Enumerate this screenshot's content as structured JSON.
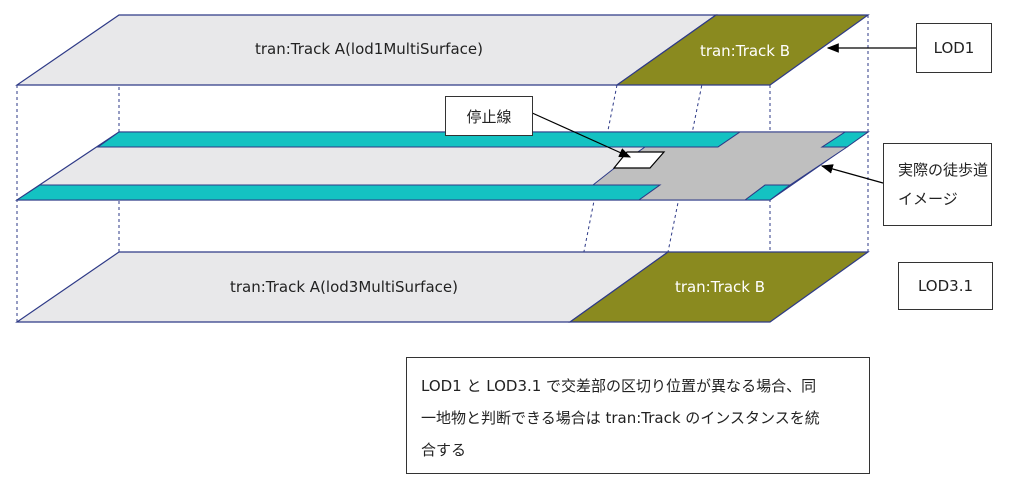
{
  "planes": {
    "top_track_a": "tran:Track A(lod1MultiSurface)",
    "top_track_b": "tran:Track B",
    "bottom_track_a": "tran:Track A(lod3MultiSurface)",
    "bottom_track_b": "tran:Track B"
  },
  "callouts": {
    "lod1": "LOD1",
    "lod31": "LOD3.1",
    "stop_line": "停止線",
    "sidewalk_line1": "実際の徒歩道",
    "sidewalk_line2": "イメージ"
  },
  "note": {
    "line1": "LOD1 と LOD3.1 で交差部の区切り位置が異なる場合、同",
    "line2": "一地物と判断できる場合は tran:Track のインスタンスを統",
    "line3": "合する"
  },
  "colors": {
    "plane_gray": "#e8e8ea",
    "olive": "#8a8a1f",
    "teal": "#14c2c2",
    "sidewalk_gray": "#bfbfbf",
    "outline": "#2e3a87"
  }
}
